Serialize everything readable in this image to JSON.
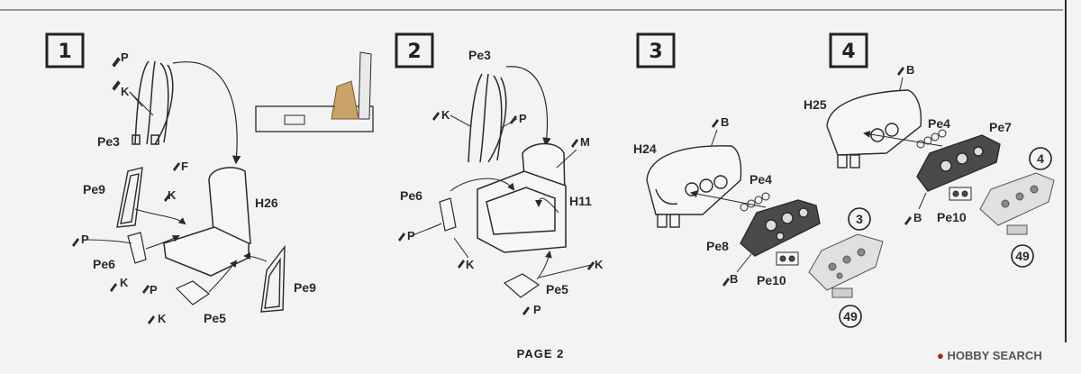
{
  "header": {
    "partial_title": "ASSEMBLY"
  },
  "steps": [
    {
      "number": "1",
      "labels": {
        "pe3": "Pe3",
        "p": "P",
        "k": "K",
        "f": "F",
        "h26": "H26",
        "pe9a": "Pe9",
        "k2": "K",
        "p2": "P",
        "pe6": "Pe6",
        "k3": "K",
        "p3": "P",
        "k4": "K",
        "pe5": "Pe5",
        "pe9b": "Pe9"
      }
    },
    {
      "number": "2",
      "labels": {
        "pe3": "Pe3",
        "k": "K",
        "p": "P",
        "m": "M",
        "pe6": "Pe6",
        "h11": "H11",
        "p2": "P",
        "k2": "K",
        "k3": "K",
        "pe5": "Pe5",
        "p3": "P"
      }
    },
    {
      "number": "3",
      "labels": {
        "b": "B",
        "h24": "H24",
        "pe4": "Pe4",
        "pe8": "Pe8",
        "b2": "B",
        "pe10": "Pe10",
        "ref3": "3",
        "ref49": "49"
      }
    },
    {
      "number": "4",
      "labels": {
        "b": "B",
        "h25": "H25",
        "pe4": "Pe4",
        "pe7": "Pe7",
        "b2": "B",
        "pe10": "Pe10",
        "ref4": "4",
        "ref49": "49"
      }
    }
  ],
  "footer": {
    "page_label": "PAGE 2"
  },
  "watermark": {
    "text": "HOBBY SEARCH"
  },
  "colors": {
    "ink": "#2a2a2a",
    "seat_back_tan": "#c9a36a",
    "frame_gray": "#9a9a9a",
    "watermark_red": "#b02020"
  }
}
